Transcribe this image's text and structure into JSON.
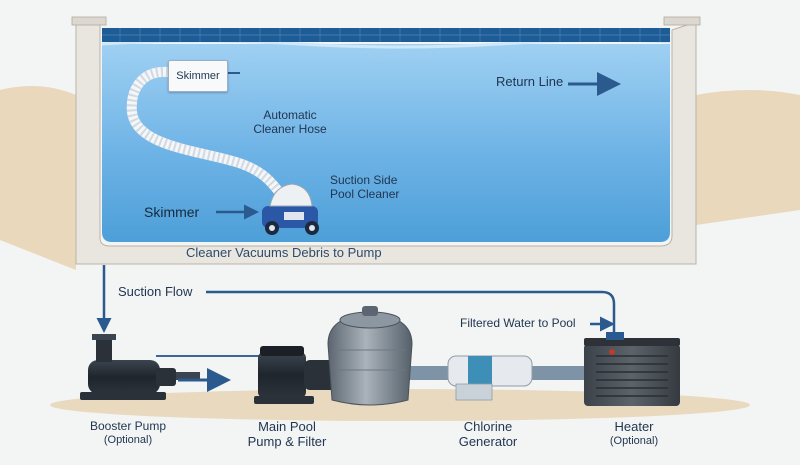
{
  "labels": {
    "skimmer_box": "Skimmer",
    "return_line": "Return Line",
    "auto_hose_line1": "Automatic",
    "auto_hose_line2": "Cleaner Hose",
    "suction_cleaner_line1": "Suction Side",
    "suction_cleaner_line2": "Pool Cleaner",
    "skimmer_arrow": "Skimmer",
    "cleaner_vacuums": "Cleaner Vacuums Debris to Pump",
    "suction_flow": "Suction Flow",
    "filtered_water": "Filtered Water to Pool",
    "booster_pump": "Booster Pump",
    "booster_optional": "(Optional)",
    "main_pump_line1": "Main Pool",
    "main_pump_line2": "Pump & Filter",
    "chlorine_line1": "Chlorine",
    "chlorine_line2": "Generator",
    "heater": "Heater",
    "heater_optional": "(Optional)"
  },
  "colors": {
    "water_light": "#8cc6ee",
    "water_dark": "#4d9fd8",
    "tile": "#1e5c96",
    "concrete": "#e9e6df",
    "sand": "#e6d2b0",
    "pipe": "#3a6796",
    "arrow": "#2b5a8e",
    "text": "#1f3550"
  }
}
